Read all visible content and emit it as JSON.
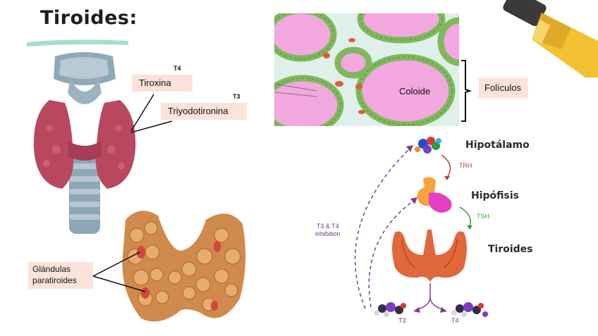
{
  "title": "Tiroides:",
  "labels": {
    "tiroxina": "Tiroxina",
    "t4": "T4",
    "triyodotironina": "Triyodotironina",
    "t3": "T3",
    "coloide": "Coloide",
    "foliculos": "Folículos",
    "glandulas_line1": "Glándulas",
    "glandulas_line2": "paratiroides"
  },
  "diagram": {
    "hipotalamo": "Hipotálamo",
    "trh": "TRH",
    "hipofisis": "Hipófisis",
    "tsh": "TSH",
    "tiroides": "Tiroides",
    "inhibition_line1": "T3 & T4",
    "inhibition_line2": "inhibition",
    "t3": "T3",
    "t4": "T4"
  },
  "colors": {
    "pill_bg": "#fbe3da",
    "title_underline": "#a8dccf",
    "thyroid_red": "#b9475e",
    "colloid_pink": "#f2a7df",
    "follicle_green": "#a7cf7a",
    "arrow_purple": "#7b3f8f",
    "pituitary_magenta": "#e43fc4",
    "marker_yellow": "#f2c232"
  }
}
